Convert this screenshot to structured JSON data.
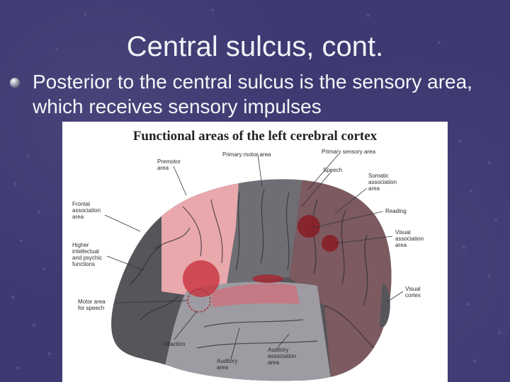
{
  "slide": {
    "title": "Central sulcus, cont.",
    "bullet": "Posterior to the central sulcus is the sensory area, which receives sensory impulses"
  },
  "figure": {
    "title": "Functional areas of the left cerebral cortex",
    "labels": {
      "premotor": "Premotor\narea",
      "primary_motor": "Primary motor area",
      "primary_sensory": "Primary sensory area",
      "speech": "Speech",
      "somatic": "Somatic\nassociation\narea",
      "frontal": "Frontal\nassociation\narea",
      "reading": "Reading",
      "higher": "Higher\nintellectual\nand psychic\nfunctions",
      "visual_assoc": "Visual\nassociation\narea",
      "motor_speech": "Motor area\nfor speech",
      "visual_cortex": "Visual\ncortex",
      "olfaction": "Olfaction",
      "auditory": "Auditory\narea",
      "auditory_assoc": "Auditory\nassociation\narea"
    }
  },
  "colors": {
    "background": "#3d3a72",
    "frontal_gray": "#55555a",
    "premotor_pink": "#e8a8ac",
    "sensory_gray": "#6e6e74",
    "occipital_mauve": "#7c5a60",
    "temporal_gray": "#9c9ca2",
    "hotspot_red": "#b83040"
  }
}
